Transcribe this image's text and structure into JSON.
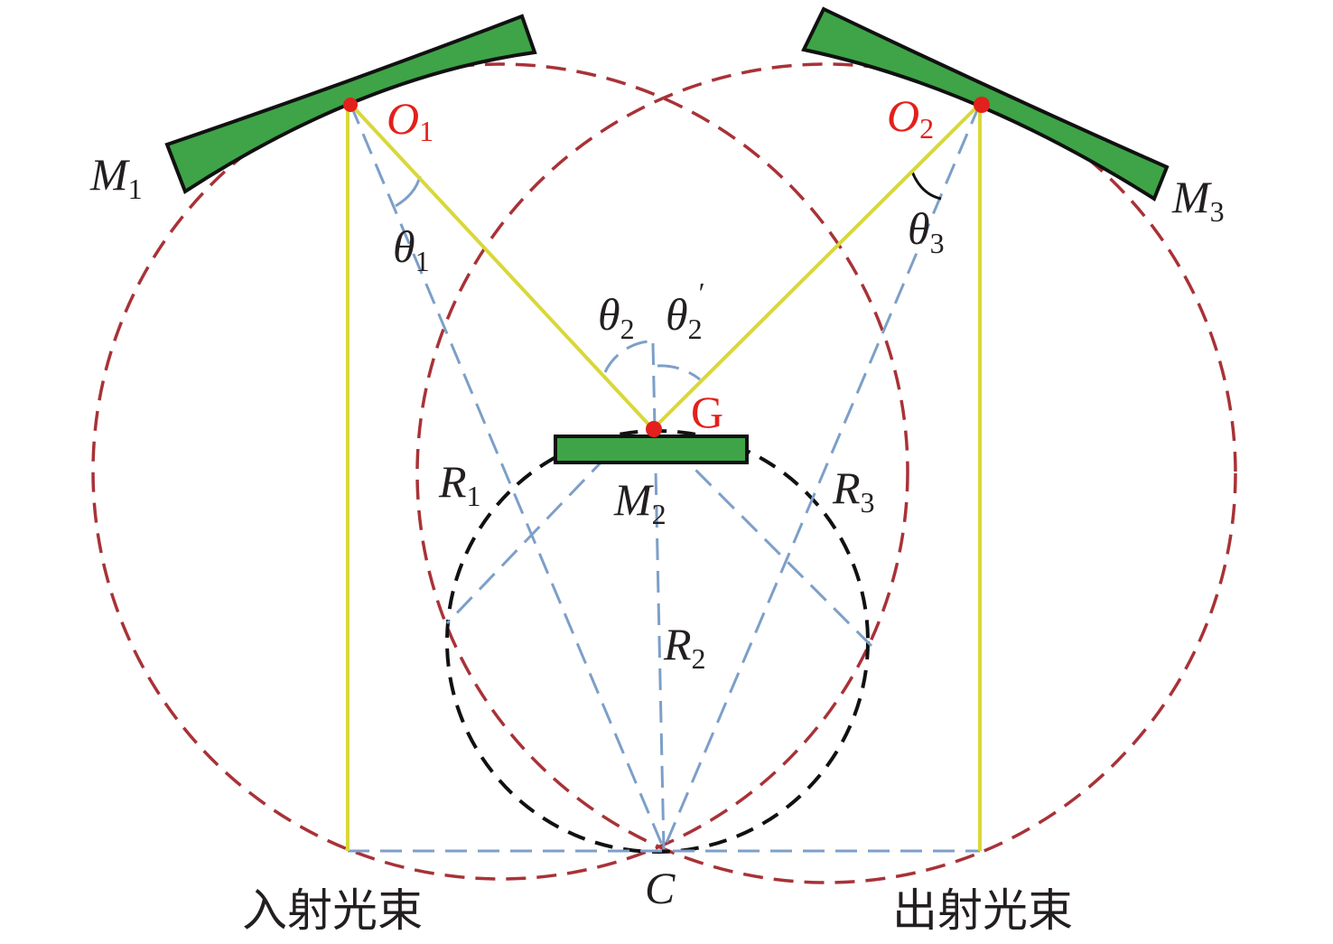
{
  "labels": {
    "M1": {
      "main": "M",
      "sub": "1"
    },
    "M2": {
      "main": "M",
      "sub": "2"
    },
    "M3": {
      "main": "M",
      "sub": "3"
    },
    "O1": {
      "main": "O",
      "sub": "1"
    },
    "O2": {
      "main": "O",
      "sub": "2"
    },
    "G": "G",
    "theta1": {
      "main": "θ",
      "sub": "1"
    },
    "theta2": {
      "main": "θ",
      "sub": "2"
    },
    "theta2p": {
      "main": "θ",
      "sub": "2",
      "prime": "′"
    },
    "theta3": {
      "main": "θ",
      "sub": "3"
    },
    "R1": {
      "main": "R",
      "sub": "1"
    },
    "R2": {
      "main": "R",
      "sub": "2"
    },
    "R3": {
      "main": "R",
      "sub": "3"
    },
    "C": "C",
    "incident_beam": "入射光束",
    "exit_beam": "出射光束"
  },
  "colors": {
    "mirror": "#3ea447",
    "beam": "#d8d83a",
    "point": "#e3201b",
    "circle_large": "#a83237",
    "radius": "#7d9fc8"
  }
}
